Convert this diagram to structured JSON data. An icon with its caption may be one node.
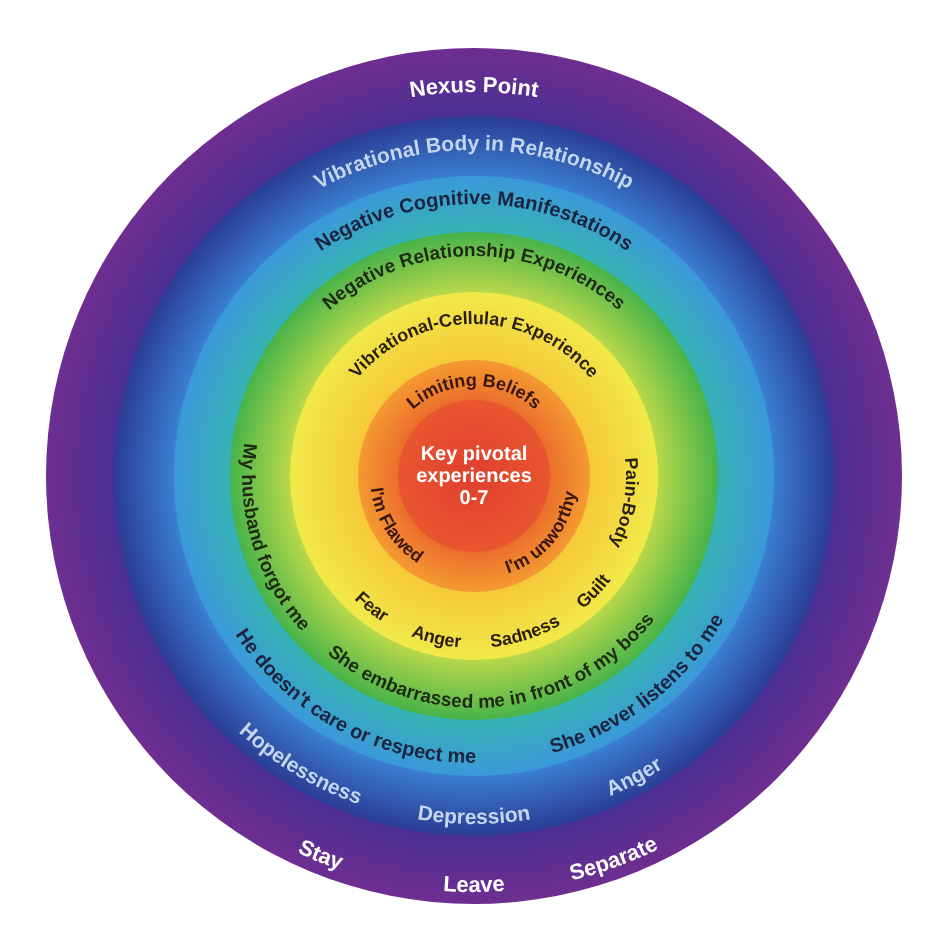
{
  "diagram": {
    "nodes": [
      {
        "text": [
          "Nexus Point",
          "Stay",
          "Leave",
          "Separate"
        ]
      },
      {
        "text": [
          "Vibrational Body in Relationship",
          "Hopelessness",
          "Depression",
          "Anger"
        ],
        "in": 0
      },
      {
        "text": [
          "Negative Cognitive Manifestations",
          "He doesn't care or respect me",
          "She never listens to me"
        ],
        "in": 1
      },
      {
        "text": [
          "Negative Relationship Experiences",
          "My husband forgot me",
          "She embarrassed me in front of my boss"
        ],
        "in": 2
      },
      {
        "text": [
          "Vibrational-Cellular Experience",
          "Pain-Body",
          "Fear",
          "Anger",
          "Sadness",
          "Guilt"
        ],
        "in": 3
      },
      {
        "text": [
          "Limiting Beliefs",
          "I'm Flawed",
          "I'm unworthy"
        ],
        "in": 4
      },
      {
        "text": [
          "Key pivotal experiences 0-7"
        ],
        "in": 5
      }
    ]
  }
}
